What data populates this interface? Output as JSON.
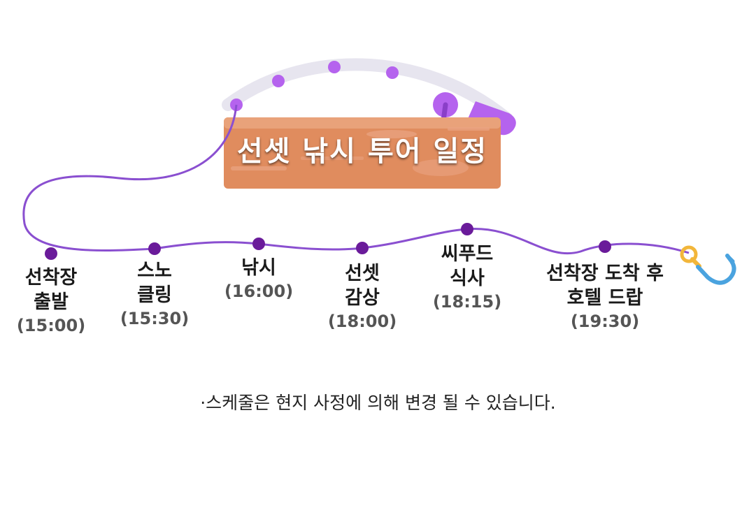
{
  "title": "선셋 낚시 투어 일정",
  "stops": [
    {
      "name": "선착장\n출발",
      "time": "(15:00)"
    },
    {
      "name": "스노\n클링",
      "time": "(15:30)"
    },
    {
      "name": "낚시",
      "time": "(16:00)"
    },
    {
      "name": "선셋\n감상",
      "time": "(18:00)"
    },
    {
      "name": "씨푸드\n식사",
      "time": "(18:15)"
    },
    {
      "name": "선착장 도착 후\n호텔 드랍",
      "time": "(19:30)"
    }
  ],
  "note": "·스케줄은 현지 사정에 의해 변경 될 수 있습니다.",
  "colors": {
    "line": "#8a4fd0",
    "dot": "#6a1b9a",
    "rod": "#e6e4ee",
    "rod_dot": "#b563ee",
    "sign": "#e08c5e",
    "hook_blue": "#4aa3df",
    "hook_ring": "#f2b63a"
  },
  "icons": [
    "fishing-rod-icon",
    "fishing-hook-icon"
  ]
}
